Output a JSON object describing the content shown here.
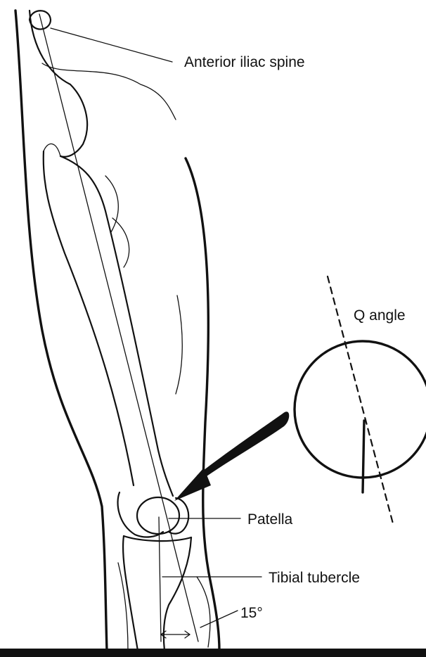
{
  "labels": {
    "anterior_iliac_spine": "Anterior iliac spine",
    "q_angle": "Q angle",
    "patella": "Patella",
    "tibial_tubercle": "Tibial tubercle",
    "angle_value": "15°"
  },
  "colors": {
    "ink": "#111111",
    "background": "#ffffff"
  }
}
